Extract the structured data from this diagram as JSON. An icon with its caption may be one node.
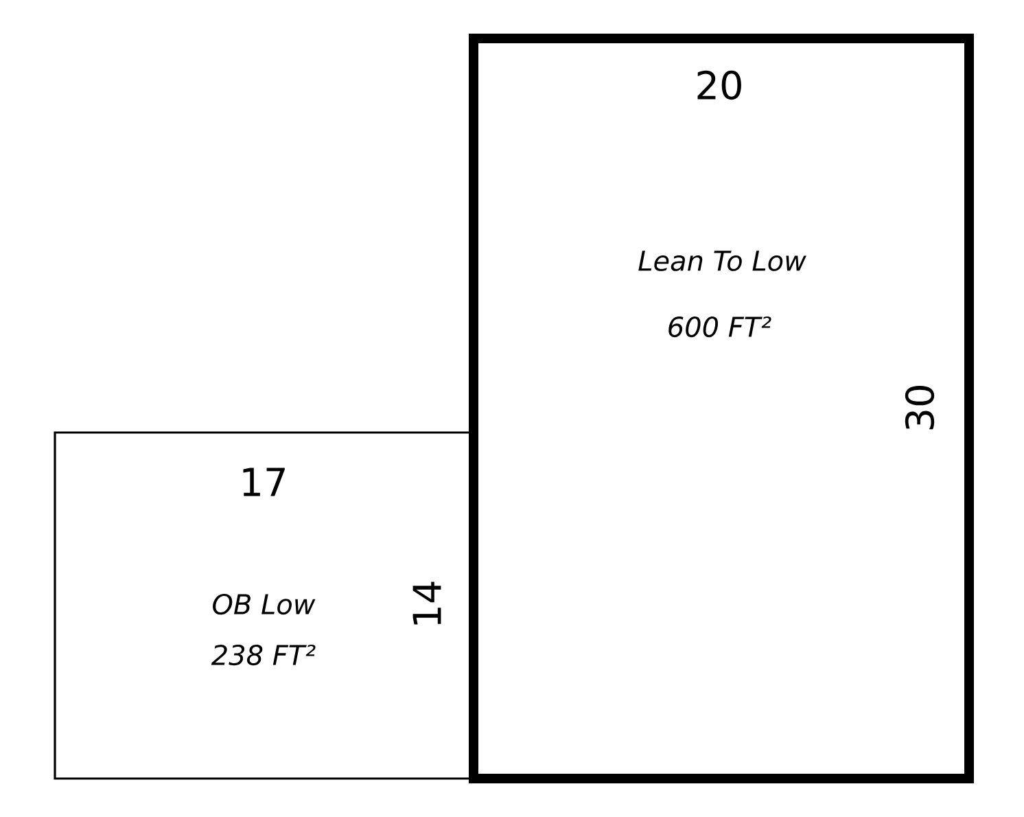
{
  "diagram": {
    "nodes": [
      {
        "text": [
          "Lean To Low",
          "600 FT²"
        ]
      },
      {
        "text": [
          "OB Low",
          "238 FT²"
        ]
      }
    ],
    "labels": [
      "20",
      "30",
      "17",
      "14"
    ]
  }
}
